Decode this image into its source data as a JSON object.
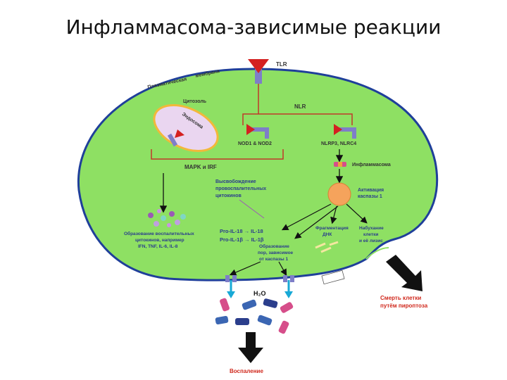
{
  "slide": {
    "title": "Инфламмасома-зависимые реакции"
  },
  "labels": {
    "tlr": "TLR",
    "membrane_1": "Плазматическая",
    "membrane_2": "мембрана",
    "cytosol": "Цитозоль",
    "nlr": "NLR",
    "endosome": "Эндосома",
    "nod": "NOD1 & NOD2",
    "nlrp": "NLRP3, NLRC4",
    "mapk": "MAPK и IRF",
    "inflammasome": "Инфламмасома",
    "release_1": "Высвобождение",
    "release_2": "провоспалительных",
    "release_3": "цитокинов",
    "caspase_1": "Активация",
    "caspase_2": "каспазы 1",
    "cyto_1": "Образование воспалительных",
    "cyto_2": "цитокинов, например",
    "cyto_3": "IFN, TNF, IL-6, IL-8",
    "il18": "Pro-IL-18 → IL-18",
    "il1b": "Pro-IL-1β → IL-1β",
    "dna_1": "Фрагментация",
    "dna_2": "ДНК",
    "swell_1": "Набухание",
    "swell_2": "клетки",
    "swell_3": "и её лизис",
    "pore_1": "Образование",
    "pore_2": "пор, зависимое",
    "pore_3": "от каспазы 1",
    "water": "H₂O",
    "pyro_1": "Смерть клетки",
    "pyro_2": "путём пироптоза",
    "inflam": "Воспаление"
  },
  "colors": {
    "cell_fill": "#8ee063",
    "membrane": "#1f3f9a",
    "receptor": "#7e7ec8",
    "receptor_red": "#d42020",
    "endosome_fill": "#ead6f0",
    "endosome_rim": "#f2b83a",
    "bracket": "#c0392b",
    "label_blue": "#2b3e8c",
    "label_red": "#d0281c",
    "caspase": "#f5a35c",
    "water_arrow": "#18a9d6"
  }
}
